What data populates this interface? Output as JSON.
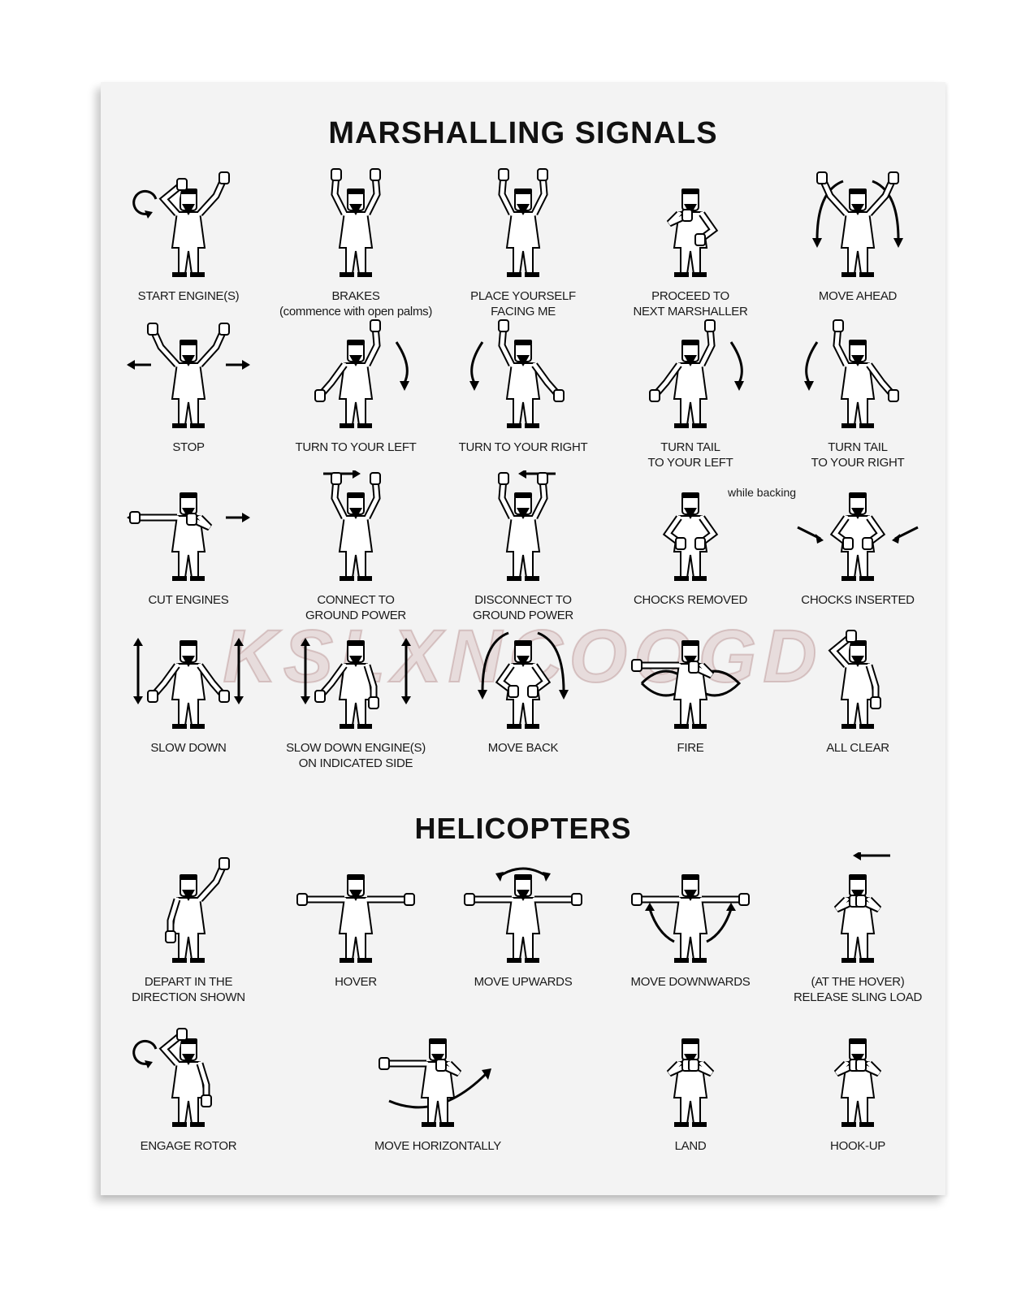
{
  "poster": {
    "title": "MARSHALLING SIGNALS",
    "helicopters_title": "HELICOPTERS",
    "watermark": "KSLXNCOOGD",
    "note_while_backing": "while backing",
    "marshalling_signals": [
      {
        "line1": "START ENGINE(S)",
        "line2": ""
      },
      {
        "line1": "BRAKES",
        "line2": "(commence with open palms)"
      },
      {
        "line1": "PLACE YOURSELF",
        "line2": "FACING ME"
      },
      {
        "line1": "PROCEED TO",
        "line2": "NEXT MARSHALLER"
      },
      {
        "line1": "MOVE AHEAD",
        "line2": ""
      },
      {
        "line1": "STOP",
        "line2": ""
      },
      {
        "line1": "TURN TO YOUR LEFT",
        "line2": ""
      },
      {
        "line1": "TURN TO YOUR RIGHT",
        "line2": ""
      },
      {
        "line1": "TURN TAIL",
        "line2": "TO YOUR LEFT"
      },
      {
        "line1": "TURN TAIL",
        "line2": "TO YOUR RIGHT"
      },
      {
        "line1": "CUT ENGINES",
        "line2": ""
      },
      {
        "line1": "CONNECT TO",
        "line2": "GROUND POWER"
      },
      {
        "line1": "DISCONNECT TO",
        "line2": "GROUND POWER"
      },
      {
        "line1": "CHOCKS REMOVED",
        "line2": ""
      },
      {
        "line1": "CHOCKS INSERTED",
        "line2": ""
      },
      {
        "line1": "SLOW DOWN",
        "line2": ""
      },
      {
        "line1": "SLOW DOWN ENGINE(S)",
        "line2": "ON INDICATED SIDE"
      },
      {
        "line1": "MOVE BACK",
        "line2": ""
      },
      {
        "line1": "FIRE",
        "line2": ""
      },
      {
        "line1": "ALL CLEAR",
        "line2": ""
      }
    ],
    "helicopter_signals": [
      {
        "line1": "DEPART IN THE",
        "line2": "DIRECTION SHOWN"
      },
      {
        "line1": "HOVER",
        "line2": ""
      },
      {
        "line1": "MOVE UPWARDS",
        "line2": ""
      },
      {
        "line1": "MOVE DOWNWARDS",
        "line2": ""
      },
      {
        "line1": "(AT THE HOVER)",
        "line2": "RELEASE SLING LOAD"
      },
      {
        "line1": "ENGAGE ROTOR",
        "line2": ""
      },
      {
        "line1": "MOVE HORIZONTALLY",
        "line2": ""
      },
      {
        "line1": "LAND",
        "line2": ""
      },
      {
        "line1": "HOOK-UP",
        "line2": ""
      }
    ]
  }
}
